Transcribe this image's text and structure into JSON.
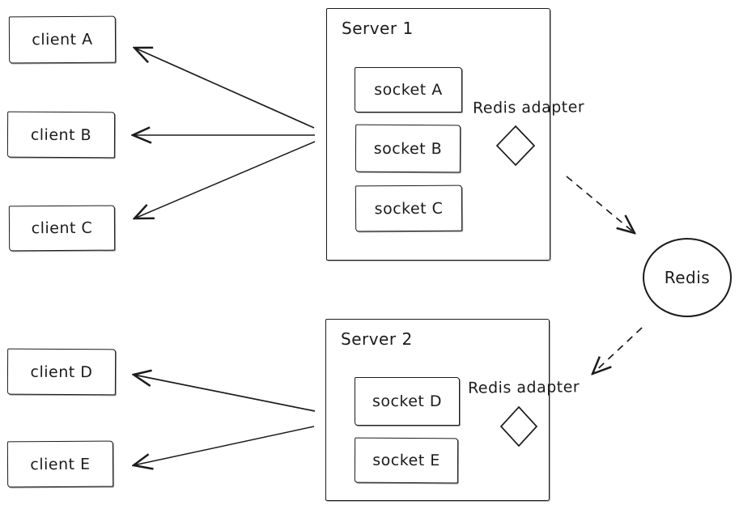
{
  "diagram": {
    "clients": [
      {
        "label": "client A"
      },
      {
        "label": "client B"
      },
      {
        "label": "client C"
      },
      {
        "label": "client D"
      },
      {
        "label": "client E"
      }
    ],
    "servers": [
      {
        "label": "Server 1",
        "adapter_label": "Redis adapter",
        "sockets": [
          {
            "label": "socket A"
          },
          {
            "label": "socket B"
          },
          {
            "label": "socket C"
          }
        ]
      },
      {
        "label": "Server 2",
        "adapter_label": "Redis adapter",
        "sockets": [
          {
            "label": "socket D"
          },
          {
            "label": "socket E"
          }
        ]
      }
    ],
    "redis": {
      "label": "Redis"
    },
    "edges": [
      {
        "from": "server-1",
        "to": "client-a",
        "style": "solid"
      },
      {
        "from": "server-1",
        "to": "client-b",
        "style": "solid"
      },
      {
        "from": "server-1",
        "to": "client-c",
        "style": "solid"
      },
      {
        "from": "server-2",
        "to": "client-d",
        "style": "solid"
      },
      {
        "from": "server-2",
        "to": "client-e",
        "style": "solid"
      },
      {
        "from": "server-1-adapter",
        "to": "redis",
        "style": "dashed"
      },
      {
        "from": "redis",
        "to": "server-2-adapter",
        "style": "dashed"
      }
    ],
    "colors": {
      "stroke": "#1b1b1b",
      "background": "#ffffff"
    }
  }
}
